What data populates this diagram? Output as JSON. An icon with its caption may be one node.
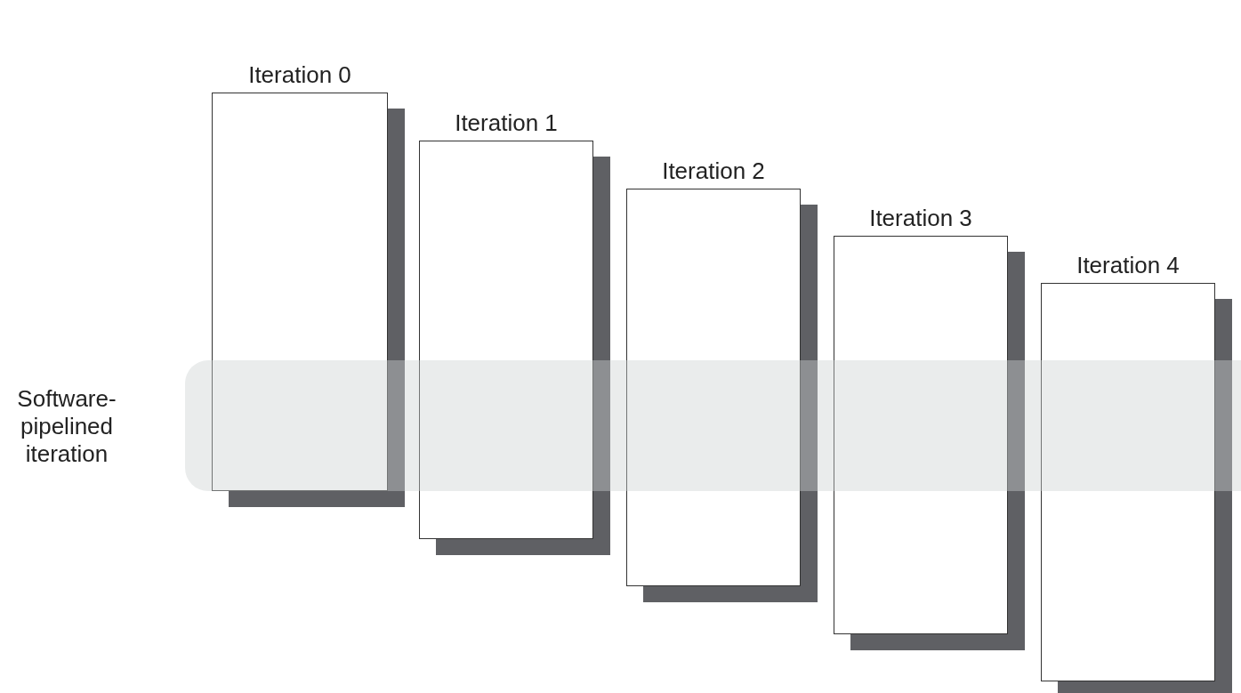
{
  "diagram": {
    "nodes": [
      {
        "text": [
          "Iteration 0"
        ]
      },
      {
        "text": [
          "Iteration 1"
        ]
      },
      {
        "text": [
          "Iteration 2"
        ]
      },
      {
        "text": [
          "Iteration 3"
        ]
      },
      {
        "text": [
          "Iteration 4"
        ]
      },
      {
        "text": [
          "Software-pipelined iteration"
        ]
      }
    ],
    "edges": []
  }
}
